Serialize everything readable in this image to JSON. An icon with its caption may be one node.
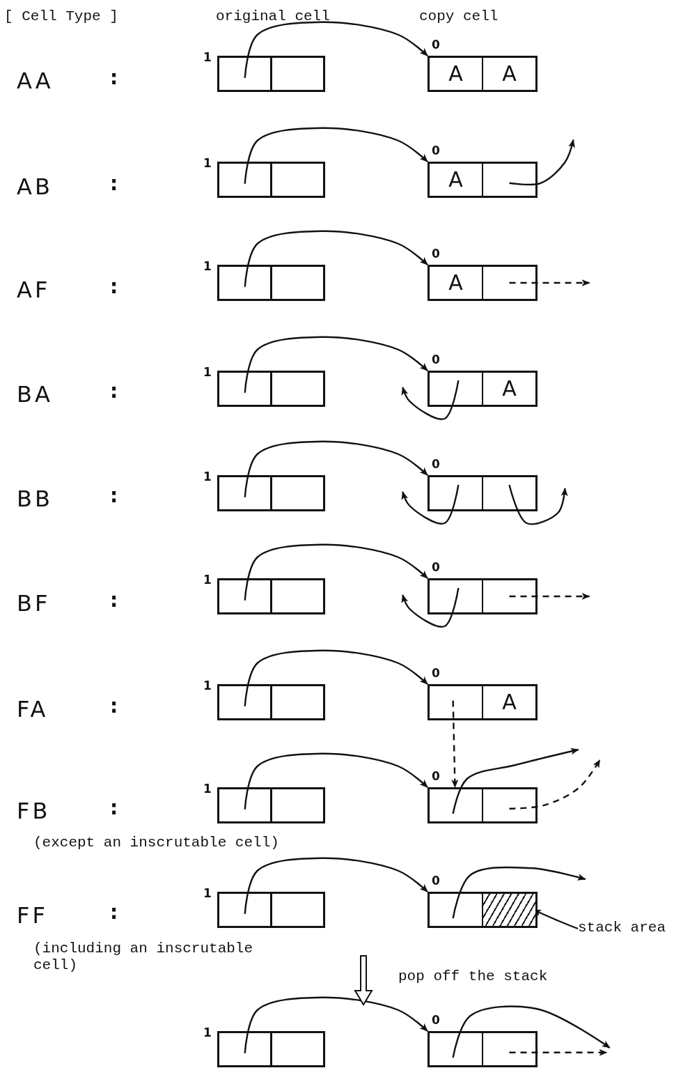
{
  "diagram": {
    "nodes": [
      {
        "text": [],
        "shape": "box",
        "beside": [
          "1"
        ]
      },
      {
        "text": [],
        "shape": "box",
        "in": 0
      },
      {
        "text": [],
        "shape": "box",
        "in": 0
      },
      {
        "text": [],
        "shape": "box",
        "beside": [
          "0"
        ]
      },
      {
        "text": [
          "A"
        ],
        "in": 3
      },
      {
        "text": [
          "A"
        ],
        "in": 3
      },
      {
        "text": [],
        "shape": "box",
        "beside": [
          "1"
        ]
      },
      {
        "text": [],
        "shape": "box",
        "in": 6
      },
      {
        "text": [],
        "shape": "box",
        "in": 6
      },
      {
        "text": [],
        "shape": "box",
        "beside": [
          "0"
        ]
      },
      {
        "text": [
          "A"
        ],
        "in": 9
      },
      {
        "text": [],
        "shape": "box",
        "in": 9
      },
      {
        "text": [],
        "shape": "box",
        "beside": [
          "1"
        ]
      },
      {
        "text": [],
        "shape": "box",
        "in": 12
      },
      {
        "text": [],
        "shape": "box",
        "in": 12
      },
      {
        "text": [],
        "shape": "box",
        "beside": [
          "0"
        ]
      },
      {
        "text": [
          "A"
        ],
        "in": 15
      },
      {
        "text": [],
        "shape": "box",
        "in": 15
      },
      {
        "text": [],
        "shape": "box",
        "beside": [
          "1"
        ]
      },
      {
        "text": [],
        "shape": "box",
        "in": 18
      },
      {
        "text": [],
        "shape": "box",
        "in": 18
      },
      {
        "text": [],
        "shape": "box",
        "beside": [
          "0"
        ]
      },
      {
        "text": [],
        "shape": "box",
        "in": 21
      },
      {
        "text": [
          "A"
        ],
        "in": 21
      },
      {
        "text": [],
        "shape": "box",
        "beside": [
          "1"
        ]
      },
      {
        "text": [],
        "shape": "box",
        "in": 24
      },
      {
        "text": [],
        "shape": "box",
        "in": 24
      },
      {
        "text": [],
        "shape": "box",
        "beside": [
          "0"
        ]
      },
      {
        "text": [],
        "shape": "box",
        "in": 27
      },
      {
        "text": [],
        "shape": "box",
        "in": 27
      },
      {
        "text": [],
        "shape": "box",
        "beside": [
          "1"
        ]
      },
      {
        "text": [],
        "shape": "box",
        "in": 30
      },
      {
        "text": [],
        "shape": "box",
        "in": 30
      },
      {
        "text": [],
        "shape": "box",
        "beside": [
          "0"
        ]
      },
      {
        "text": [],
        "shape": "box",
        "in": 33
      },
      {
        "text": [],
        "shape": "box",
        "in": 33
      },
      {
        "text": [],
        "shape": "box",
        "beside": [
          "1"
        ]
      },
      {
        "text": [],
        "shape": "box",
        "in": 36
      },
      {
        "text": [],
        "shape": "box",
        "in": 36
      },
      {
        "text": [],
        "shape": "box",
        "beside": [
          "0"
        ]
      },
      {
        "text": [],
        "shape": "box",
        "in": 39
      },
      {
        "text": [
          "A"
        ],
        "in": 39
      },
      {
        "text": [],
        "shape": "box",
        "beside": [
          "1"
        ]
      },
      {
        "text": [],
        "shape": "box",
        "in": 42
      },
      {
        "text": [],
        "shape": "box",
        "in": 42
      },
      {
        "text": [],
        "shape": "box",
        "beside": [
          "0"
        ]
      },
      {
        "text": [],
        "shape": "box",
        "in": 45
      },
      {
        "text": [],
        "shape": "box",
        "in": 45
      },
      {
        "text": [],
        "shape": "box",
        "beside": [
          "1"
        ]
      },
      {
        "text": [],
        "shape": "box",
        "in": 48
      },
      {
        "text": [],
        "shape": "box",
        "in": 48
      },
      {
        "text": [],
        "shape": "box",
        "beside": [
          "0"
        ]
      },
      {
        "text": [],
        "shape": "box",
        "in": 51
      },
      {
        "text": [],
        "shape": "hatched",
        "in": 51
      },
      {
        "text": [],
        "shape": "box",
        "beside": [
          "1"
        ]
      },
      {
        "text": [],
        "shape": "box",
        "in": 54
      },
      {
        "text": [],
        "shape": "box",
        "in": 54
      },
      {
        "text": [],
        "shape": "box",
        "beside": [
          "0"
        ]
      },
      {
        "text": [],
        "shape": "box",
        "in": 57
      },
      {
        "text": [],
        "shape": "box",
        "in": 57
      },
      {
        "text": [
          "stack area"
        ]
      }
    ],
    "edges": [
      {
        "from": 1,
        "to": 3,
        "arrow": "to"
      },
      {
        "from": 7,
        "to": 9,
        "arrow": "to"
      },
      {
        "from": 11,
        "to": null,
        "arrow": "to"
      },
      {
        "from": 13,
        "to": 15,
        "arrow": "to"
      },
      {
        "from": 17,
        "to": null,
        "arrow": "to",
        "style": "dashed"
      },
      {
        "from": 19,
        "to": 21,
        "arrow": "to"
      },
      {
        "from": 22,
        "to": null,
        "arrow": "to"
      },
      {
        "from": 25,
        "to": 27,
        "arrow": "to"
      },
      {
        "from": 28,
        "to": null,
        "arrow": "to"
      },
      {
        "from": 29,
        "to": null,
        "arrow": "to"
      },
      {
        "from": 31,
        "to": 33,
        "arrow": "to"
      },
      {
        "from": 34,
        "to": null,
        "arrow": "to"
      },
      {
        "from": 35,
        "to": null,
        "arrow": "to",
        "style": "dashed"
      },
      {
        "from": 37,
        "to": 39,
        "arrow": "to"
      },
      {
        "from": 40,
        "to": 45,
        "arrow": "to",
        "style": "dashed"
      },
      {
        "from": 43,
        "to": 45,
        "arrow": "to"
      },
      {
        "from": 46,
        "to": null,
        "arrow": "to"
      },
      {
        "from": 47,
        "to": null,
        "arrow": "to",
        "style": "dashed"
      },
      {
        "from": 49,
        "to": 51,
        "arrow": "to"
      },
      {
        "from": 52,
        "to": null,
        "arrow": "to"
      },
      {
        "from": 60,
        "to": 53,
        "arrow": "to"
      },
      {
        "from": 55,
        "to": 57,
        "arrow": "to"
      },
      {
        "from": 58,
        "to": null,
        "arrow": "to"
      },
      {
        "from": 59,
        "to": null,
        "arrow": "to",
        "style": "dashed"
      }
    ],
    "labels": [
      "[ Cell Type ]",
      "original cell",
      "copy cell",
      "AA",
      ":",
      "AB",
      ":",
      "AF",
      ":",
      "BA",
      ":",
      "BB",
      ":",
      "BF",
      ":",
      "FA",
      ":",
      "FB",
      ":",
      "(except an inscrutable cell)",
      "FF",
      ":",
      "(including an inscrutable cell)",
      "pop off the stack"
    ]
  }
}
